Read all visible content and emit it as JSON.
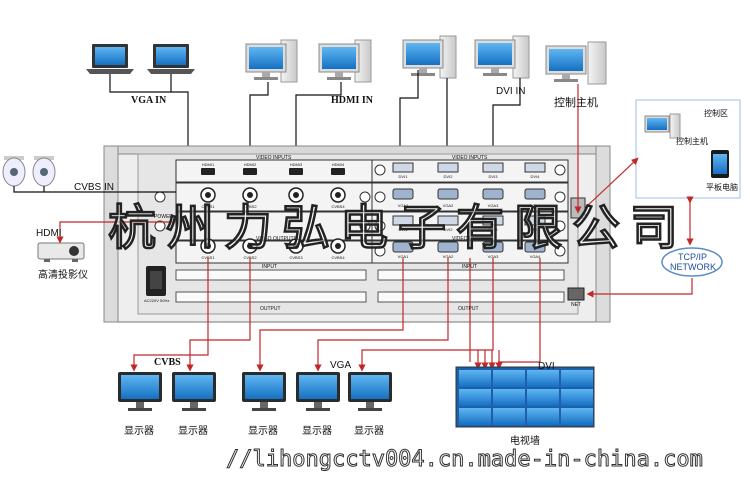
{
  "sources": {
    "vga_in": "VGA IN",
    "hdmi_in": "HDMI IN",
    "dvi_in": "DVI IN",
    "control_host": "控制主机",
    "cvbs_in": "CVBS IN"
  },
  "control_area": {
    "title": "控制区",
    "host": "控制主机",
    "tablet": "平板电脑"
  },
  "network": {
    "line1": "TCP/IP",
    "line2": "NETWORK"
  },
  "outputs": {
    "hdmi": "HDMI",
    "projector": "高清投影仪",
    "cvbs": "CVBS",
    "vga": "VGA",
    "dvi": "DVI",
    "monitor": "显示器",
    "video_wall": "电视墙"
  },
  "chassis": {
    "video_inputs": "VIDEO INPUTS",
    "video_outputs": "VIDEO OUTPUTS",
    "input": "INPUT",
    "output": "OUTPUT",
    "power": "POWER",
    "net": "NET",
    "ac": "AC220V 50Hz",
    "hdmi_ports": [
      "HDMI1",
      "HDMI2",
      "HDMI3",
      "HDMI4"
    ],
    "dvi_ports": [
      "DVI1",
      "DVI2",
      "DVI3",
      "DVI4"
    ],
    "vga_ports": [
      "VGA1",
      "VGA2",
      "VGA3",
      "VGA4"
    ],
    "cvbs_in_ports": [
      "CVBS1",
      "CVBS2",
      "CVBS3",
      "CVBS4"
    ],
    "cvbs_out_ports": [
      "CVBS1",
      "CVBS2",
      "CVBS3",
      "CVBS4"
    ],
    "dvi_out_ports": [
      "DVI1",
      "DVI2",
      "DVI3",
      "DVI4"
    ],
    "vga_out_ports": [
      "VGA1",
      "VGA2",
      "VGA3",
      "VGA4"
    ]
  },
  "watermark": "杭州力弘电子有限公司",
  "url": "//lihongcctv004.cn.made-in-china.com",
  "colors": {
    "signal_line": "#c0282a",
    "control_line": "#c0282a",
    "panel_bg": "#e9e9e9",
    "screen_blue": "#1e88d8"
  }
}
